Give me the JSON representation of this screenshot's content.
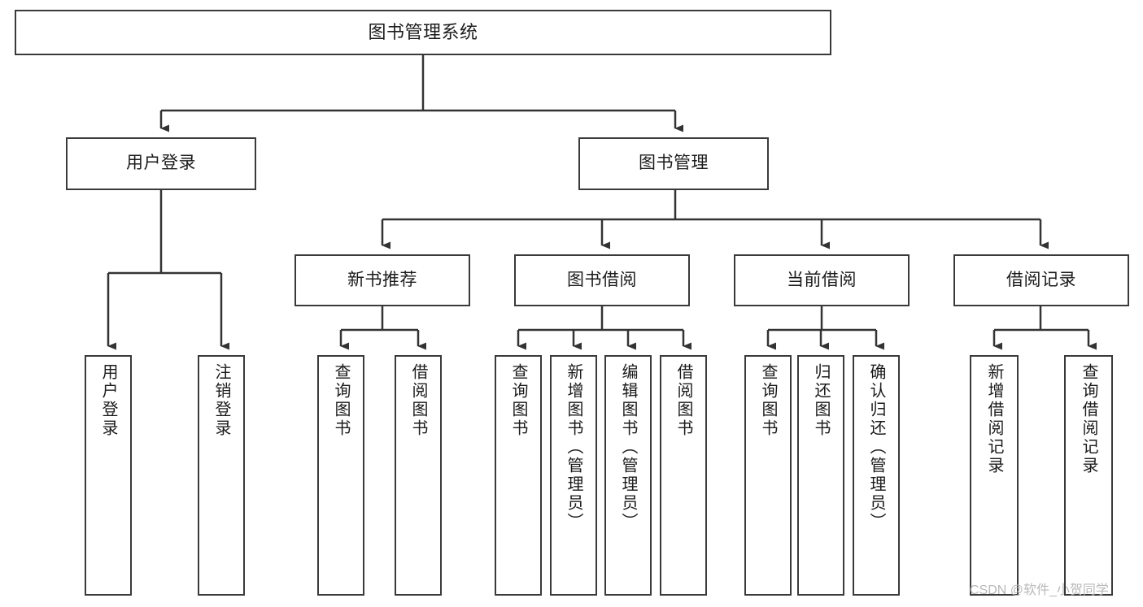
{
  "diagram": {
    "type": "tree-hierarchy",
    "title": "图书管理系统",
    "watermark": "CSDN @软件_小贺同学",
    "colors": {
      "background": "#ffffff",
      "box_border": "#3a3a3a",
      "box_fill": "#ffffff",
      "text": "#1b1b1b",
      "connector": "#333333",
      "watermark": "#b9b9b9"
    },
    "nodes": {
      "root": {
        "label": "图书管理系统"
      },
      "level2": [
        {
          "id": "user-login",
          "label": "用户登录"
        },
        {
          "id": "book-manage",
          "label": "图书管理"
        }
      ],
      "level3": [
        {
          "id": "new-book-recommend",
          "label": "新书推荐"
        },
        {
          "id": "book-borrow",
          "label": "图书借阅"
        },
        {
          "id": "current-borrow",
          "label": "当前借阅"
        },
        {
          "id": "borrow-record",
          "label": "借阅记录"
        }
      ],
      "leaves": {
        "user-login": [
          {
            "id": "leaf-user-login",
            "label": "用户登录"
          },
          {
            "id": "leaf-logout",
            "label": "注销登录"
          }
        ],
        "new-book-recommend": [
          {
            "id": "leaf-query-book-1",
            "label": "查询图书"
          },
          {
            "id": "leaf-borrow-book-1",
            "label": "借阅图书"
          }
        ],
        "book-borrow": [
          {
            "id": "leaf-query-book-2",
            "label": "查询图书"
          },
          {
            "id": "leaf-add-book",
            "label": "新增图书（管理员）"
          },
          {
            "id": "leaf-edit-book",
            "label": "编辑图书（管理员）"
          },
          {
            "id": "leaf-borrow-book-2",
            "label": "借阅图书"
          }
        ],
        "current-borrow": [
          {
            "id": "leaf-query-book-3",
            "label": "查询图书"
          },
          {
            "id": "leaf-return-book",
            "label": "归还图书"
          },
          {
            "id": "leaf-confirm-return",
            "label": "确认归还（管理员）"
          }
        ],
        "borrow-record": [
          {
            "id": "leaf-add-record",
            "label": "新增借阅记录"
          },
          {
            "id": "leaf-query-record",
            "label": "查询借阅记录"
          }
        ]
      }
    }
  }
}
